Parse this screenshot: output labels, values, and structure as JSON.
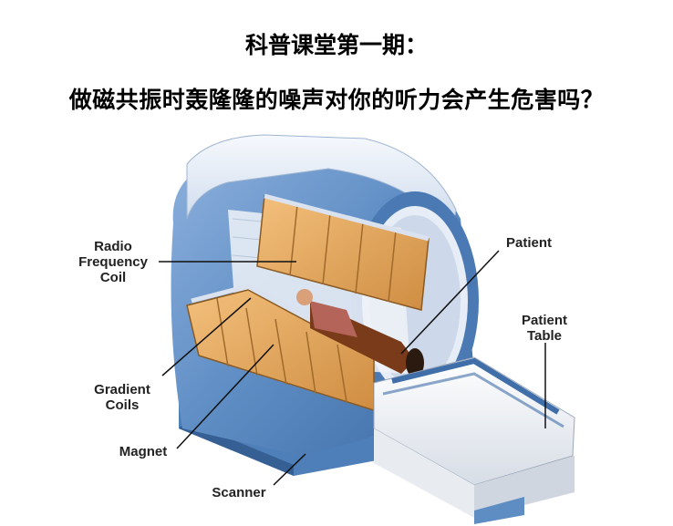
{
  "title": {
    "line1": "科普课堂第一期：",
    "line2": "做磁共振时轰隆隆的噪声对你的听力会产生危害吗？"
  },
  "labels": {
    "rf_coil": [
      "Radio",
      "Frequency",
      "Coil"
    ],
    "patient": "Patient",
    "patient_table": [
      "Patient",
      "Table"
    ],
    "gradient_coils": [
      "Gradient",
      "Coils"
    ],
    "magnet": "Magnet",
    "scanner": "Scanner"
  },
  "colors": {
    "shell_blue": "#5e8dc4",
    "shell_blue_dark": "#3f6ea8",
    "shell_white": "#e8eef6",
    "coil_orange": "#e3a65a",
    "coil_orange_dark": "#b97a34",
    "table_white": "#f2f4f7"
  }
}
